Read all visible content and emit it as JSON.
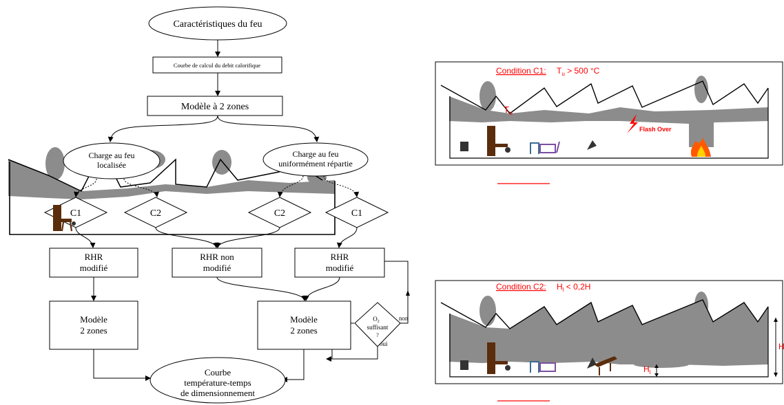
{
  "flowchart": {
    "start_label": "Caractéristiques du feu",
    "calc_curve_label": "Courbe de calcul du debit calorifique",
    "two_zone_model_label": "Modèle à 2 zones",
    "load_localized": [
      "Charge au feu",
      "localisée"
    ],
    "load_uniform": [
      "Charge au feu",
      "uniformément répartie"
    ],
    "c1_left": "C1",
    "c2_left": "C2",
    "c2_right": "C2",
    "c1_right": "C1",
    "rhr_modified_left": [
      "RHR",
      "modifié"
    ],
    "rhr_unmodified": [
      "RHR non",
      "modifié"
    ],
    "rhr_modified_right": [
      "RHR",
      "modifié"
    ],
    "model_left": [
      "Modèle",
      "2 zones"
    ],
    "model_right": [
      "Modèle",
      "2 zones"
    ],
    "o2_decision": [
      "O",
      "2",
      "suffisant",
      "?"
    ],
    "no_label": "non",
    "yes_label": "oui",
    "end_label": [
      "Courbe",
      "température-temps",
      "de dimensionnement"
    ]
  },
  "panel_c1": {
    "condition_label": "Condition C1:",
    "formula_main": "T",
    "formula_sub": "u",
    "formula_rest": " > 500 °C",
    "tu_main": "T",
    "tu_sub": "u",
    "flashover_label": "Flash Over"
  },
  "panel_c2": {
    "condition_label": "Condition C2:",
    "formula_main": "H",
    "formula_sub": "l",
    "formula_rest": " < 0,2H",
    "h_label": "H",
    "hl_main": "H",
    "hl_sub": "l"
  },
  "colors": {
    "smoke": "#8c8c8c",
    "red": "#ff0000",
    "line": "#000000",
    "furniture_brown": "#5a2d0c",
    "furniture_blue": "#3c6e96",
    "furniture_purple": "#7b4fa0",
    "flame": "#ff5a00"
  }
}
